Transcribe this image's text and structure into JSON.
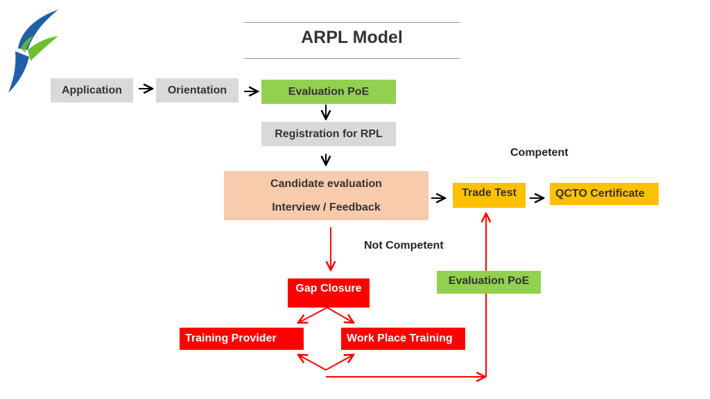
{
  "title": "ARPL Model",
  "colors": {
    "gray": "#d9d9d9",
    "green": "#92d050",
    "peach": "#f8cbad",
    "yellow": "#ffc000",
    "red": "#ff0000",
    "logo_blue": "#1f5fa8",
    "logo_green": "#6abf2e"
  },
  "logo": {
    "icon": "stylized-bird-logo"
  },
  "nodes": {
    "application": "Application",
    "orientation": "Orientation",
    "evaluation_poe_top": "Evaluation PoE",
    "registration": "Registration for RPL",
    "candidate_evaluation": {
      "line1": "Candidate evaluation",
      "line2": "Interview / Feedback"
    },
    "trade_test": "Trade Test",
    "qcto_certificate": "QCTO Certificate",
    "evaluation_poe_bottom": "Evaluation PoE",
    "gap_closure": "Gap Closure",
    "training_provider": "Training Provider",
    "work_place_training": "Work Place Training"
  },
  "labels": {
    "competent": "Competent",
    "not_competent": "Not Competent"
  }
}
